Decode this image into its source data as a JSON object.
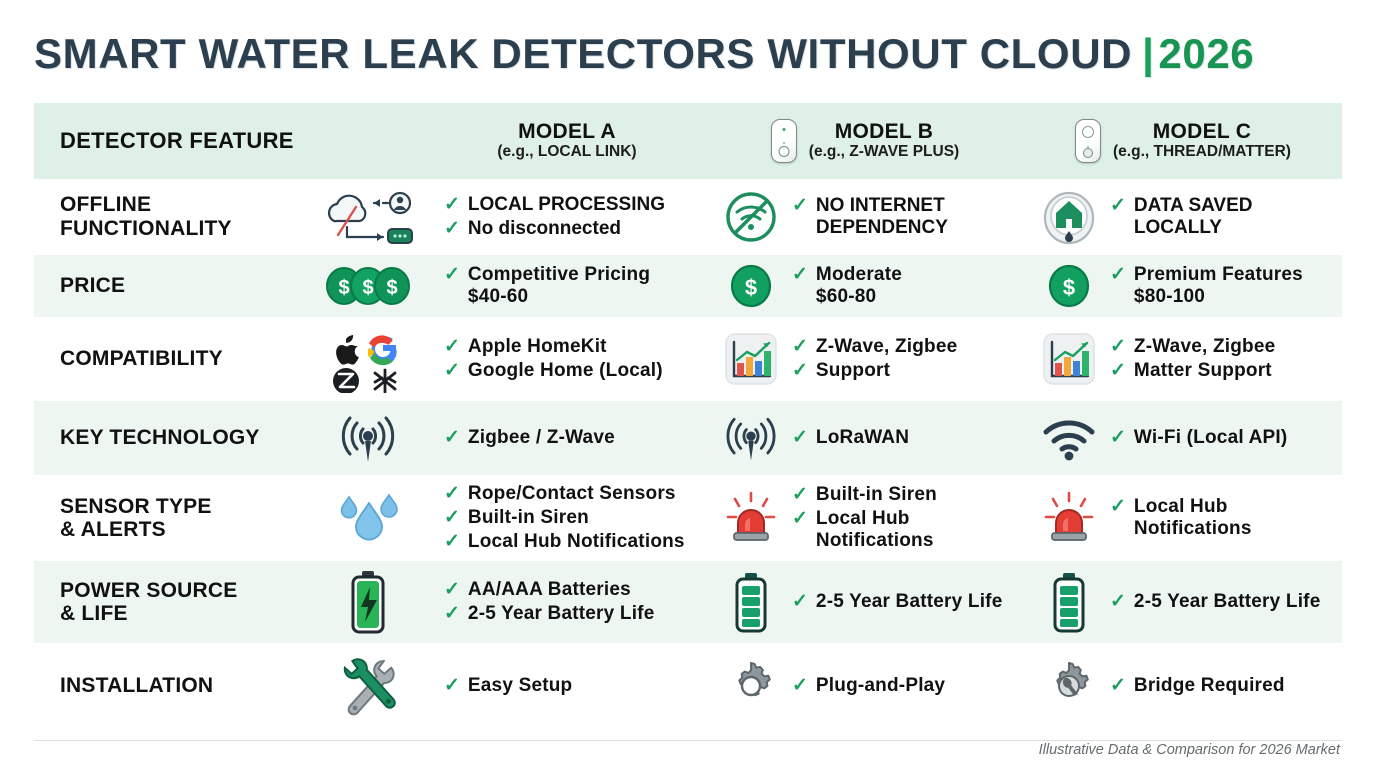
{
  "title": {
    "main": "SMART WATER LEAK DETECTORS WITHOUT CLOUD",
    "separator": "|",
    "year": "2026"
  },
  "colors": {
    "title_dark": "#2b3f4e",
    "accent_green": "#199552",
    "header_bg": "#dff0e7",
    "header_rule": "#1d8f5f",
    "row_alt_bg": "#eef6f2",
    "check_green": "#18a05c"
  },
  "header": {
    "feature_label": "DETECTOR FEATURE",
    "models": [
      {
        "name": "MODEL A",
        "sub": "(e.g., LOCAL LINK)",
        "icon": ""
      },
      {
        "name": "MODEL B",
        "sub": "(e.g., Z-WAVE PLUS)",
        "icon": "device-sensor-icon"
      },
      {
        "name": "MODEL C",
        "sub": "(e.g., THREAD/MATTER)",
        "icon": "device-sensor-icon"
      }
    ]
  },
  "rows": [
    {
      "feature": "OFFLINE\nFUNCTIONALITY",
      "feature_icon": "cloud-disconnected-icon",
      "cells": [
        {
          "icon": "",
          "items": [
            {
              "text": "LOCAL PROCESSING",
              "style": "caps"
            },
            {
              "text": "No disconnected",
              "style": "normal"
            }
          ]
        },
        {
          "icon": "no-wifi-icon",
          "items": [
            {
              "text": "NO INTERNET\nDEPENDENCY",
              "style": "caps"
            }
          ]
        },
        {
          "icon": "home-local-icon",
          "items": [
            {
              "text": "DATA SAVED\nLOCALLY",
              "style": "caps"
            }
          ]
        }
      ]
    },
    {
      "feature": "PRICE",
      "feature_icon": "three-coins-icon",
      "cells": [
        {
          "icon": "",
          "items": [
            {
              "text": "Competitive Pricing\n$40-60",
              "style": "strong"
            }
          ]
        },
        {
          "icon": "coin-icon",
          "items": [
            {
              "text": "Moderate\n$60-80",
              "style": "strong"
            }
          ]
        },
        {
          "icon": "coin-icon",
          "items": [
            {
              "text": "Premium Features\n$80-100",
              "style": "strong"
            }
          ]
        }
      ]
    },
    {
      "feature": "COMPATIBILITY",
      "feature_icon": "platform-logos-icon",
      "cells": [
        {
          "icon": "",
          "items": [
            {
              "text": "Apple HomeKit",
              "style": "strong"
            },
            {
              "text": "Google Home (Local)",
              "style": "strong"
            }
          ]
        },
        {
          "icon": "chart-icon",
          "items": [
            {
              "text": "Z-Wave, Zigbee",
              "style": "strong"
            },
            {
              "text": "Support",
              "style": "strong"
            }
          ]
        },
        {
          "icon": "chart-icon",
          "items": [
            {
              "text": "Z-Wave, Zigbee",
              "style": "strong"
            },
            {
              "text": "Matter Support",
              "style": "strong"
            }
          ]
        }
      ]
    },
    {
      "feature": "KEY TECHNOLOGY",
      "feature_icon": "antenna-signal-icon",
      "cells": [
        {
          "icon": "",
          "items": [
            {
              "text": "Zigbee / Z-Wave",
              "style": "strong"
            }
          ]
        },
        {
          "icon": "antenna-signal-icon",
          "items": [
            {
              "text": "LoRaWAN",
              "style": "strong"
            }
          ]
        },
        {
          "icon": "wifi-icon",
          "items": [
            {
              "text": "Wi-Fi (Local API)",
              "style": "strong"
            }
          ]
        }
      ]
    },
    {
      "feature": "SENSOR TYPE\n& ALERTS",
      "feature_icon": "water-droplets-icon",
      "cells": [
        {
          "icon": "",
          "items": [
            {
              "text": "Rope/Contact Sensors",
              "style": "strong"
            },
            {
              "text": "Built-in Siren",
              "style": "strong"
            },
            {
              "text": "Local Hub Notifications",
              "style": "strong"
            }
          ]
        },
        {
          "icon": "siren-icon",
          "items": [
            {
              "text": "Built-in Siren",
              "style": "strong"
            },
            {
              "text": "Local Hub Notifications",
              "style": "strong"
            }
          ]
        },
        {
          "icon": "siren-icon",
          "items": [
            {
              "text": "Local Hub\nNotifications",
              "style": "strong"
            }
          ]
        }
      ]
    },
    {
      "feature": "POWER SOURCE\n& LIFE",
      "feature_icon": "battery-charge-icon",
      "cells": [
        {
          "icon": "",
          "items": [
            {
              "text": "AA/AAA Batteries",
              "style": "strong"
            },
            {
              "text": "2-5 Year Battery Life",
              "style": "strong"
            }
          ]
        },
        {
          "icon": "battery-icon",
          "items": [
            {
              "text": "2-5 Year Battery Life",
              "style": "strong"
            }
          ]
        },
        {
          "icon": "battery-icon",
          "items": [
            {
              "text": "2-5 Year Battery Life",
              "style": "strong"
            }
          ]
        }
      ]
    },
    {
      "feature": "INSTALLATION",
      "feature_icon": "tools-icon",
      "cells": [
        {
          "icon": "",
          "items": [
            {
              "text": "Easy Setup",
              "style": "strong"
            }
          ]
        },
        {
          "icon": "gear-icon",
          "items": [
            {
              "text": "Plug-and-Play",
              "style": "strong"
            }
          ]
        },
        {
          "icon": "gear-wrench-icon",
          "items": [
            {
              "text": "Bridge Required",
              "style": "strong"
            }
          ]
        }
      ]
    }
  ],
  "footer": "Illustrative Data & Comparison for 2026 Market",
  "check_glyph": "✓"
}
